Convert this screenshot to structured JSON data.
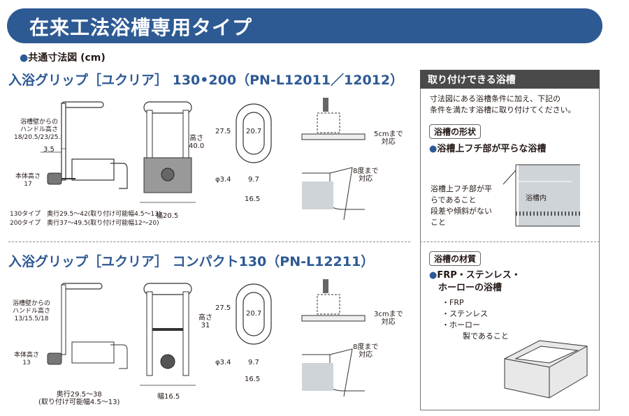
{
  "header": {
    "title": "在来工法浴槽専用タイプ"
  },
  "common_dims": {
    "bullet": "●",
    "label": "共通寸法図 (cm)"
  },
  "product1": {
    "title": "入浴グリップ［ユクリア］ 130•200（PN-L12011／12012）",
    "side": {
      "handle_height": [
        "浴槽壁からの",
        "ハンドル高さ",
        "18/20.5/23/25.5"
      ],
      "offset": "3.5",
      "body_height": [
        "本体高さ",
        "17"
      ],
      "row130": "130タイプ　奥行29.5～42(取り付け可能幅4.5～13)",
      "row200": "200タイプ　奥行37～49.5(取り付け可能幅12～20)"
    },
    "front": {
      "height": [
        "高さ",
        "40.0"
      ],
      "width": "幅20.5"
    },
    "grip": {
      "h_outer": "27.5",
      "h_inner": "20.7",
      "pipe": "φ3.4",
      "w_inner": "9.7",
      "w_outer": "16.5"
    },
    "tub": {
      "step": [
        "5cmまで",
        "対応"
      ],
      "angle": [
        "8度まで",
        "対応"
      ]
    }
  },
  "product2": {
    "title": "入浴グリップ［ユクリア］ コンパクト130（PN-L12211）",
    "side": {
      "handle_height": [
        "浴槽壁からの",
        "ハンドル高さ",
        "13/15.5/18"
      ],
      "body_height": [
        "本体高さ",
        "13"
      ],
      "depth": [
        "奥行29.5～38",
        "(取り付け可能幅4.5～13)"
      ]
    },
    "front": {
      "height": [
        "高さ",
        "31"
      ],
      "width": "幅16.5"
    },
    "grip": {
      "h_outer": "27.5",
      "h_inner": "20.7",
      "pipe": "φ3.4",
      "w_inner": "9.7",
      "w_outer": "16.5"
    },
    "tub": {
      "step": [
        "3cmまで",
        "対応"
      ],
      "angle": [
        "8度まで",
        "対応"
      ]
    }
  },
  "panel": {
    "title": "取り付けできる浴槽",
    "intro": [
      "寸法図にある浴槽条件に加え、下記の",
      "条件を満たす浴槽に取り付けてください。"
    ],
    "shape_tag": "浴槽の形状",
    "shape_bullet": "浴槽上フチ部が平らな浴槽",
    "shape_note": [
      "浴槽上フチ部が平",
      "らであること",
      "段差や傾斜がない",
      "こと"
    ],
    "tub_inside": "浴槽内",
    "material_tag": "浴槽の材質",
    "material_bullet": [
      "FRP・ステンレス・",
      "ホーローの浴槽"
    ],
    "materials": [
      "・FRP",
      "・ステンレス",
      "・ホーロー"
    ],
    "materials_suffix": "製であること"
  },
  "colors": {
    "brand": "#2e5a94",
    "panel_header": "#4a4a4a",
    "water": "#cfd4d9",
    "hatch": "#555555"
  }
}
